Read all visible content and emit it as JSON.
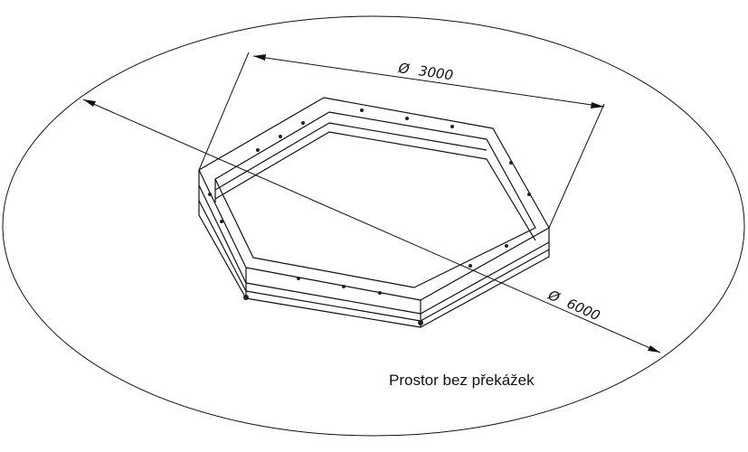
{
  "dimensions": {
    "inner_diameter_label": "3000",
    "outer_diameter_label": "6000",
    "diameter_symbol": "Ø"
  },
  "caption": "Prostor bez překážek",
  "colors": {
    "line": "#111111",
    "background": "#ffffff"
  }
}
